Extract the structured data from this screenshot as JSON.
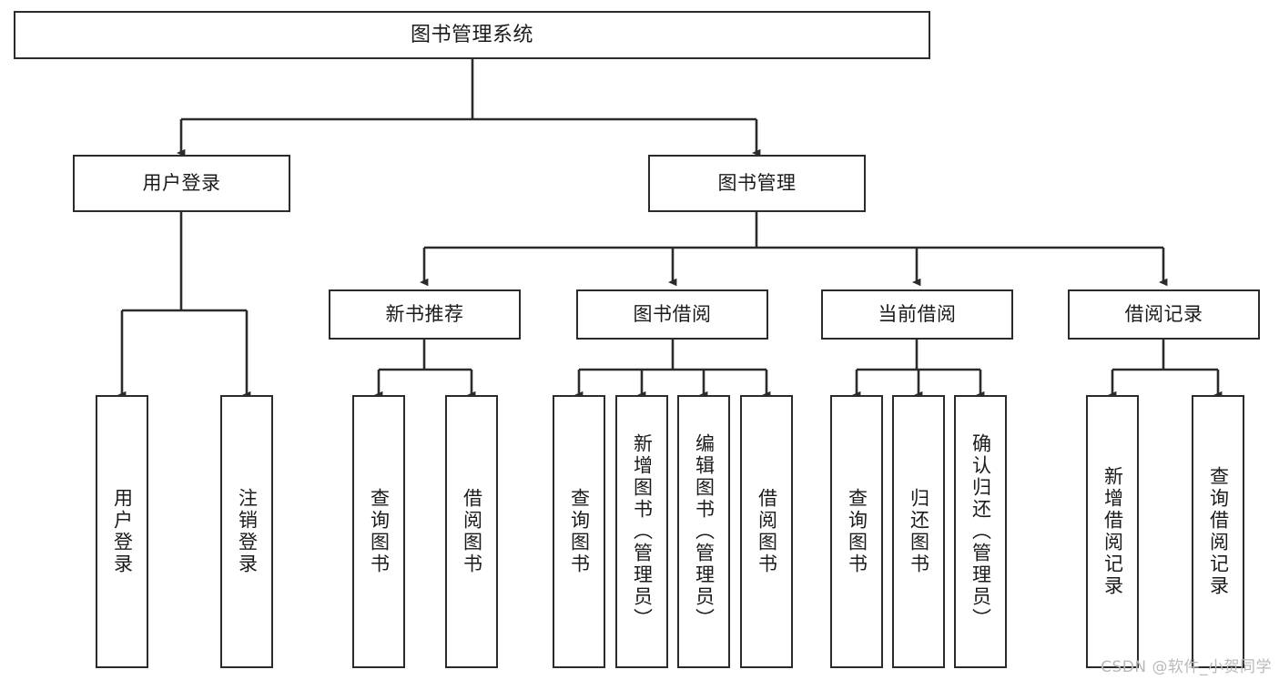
{
  "diagram": {
    "type": "tree",
    "title": "图书管理系统",
    "watermark": "CSDN @软件_小贺同学",
    "colors": {
      "background": "#ffffff",
      "node_fill": "#ffffff",
      "node_stroke": "#2b2b2b",
      "edge_stroke": "#2b2b2b",
      "text": "#1b1b1b",
      "watermark": "#b9b9b9"
    },
    "nodes": {
      "root": {
        "label": "图书管理系统"
      },
      "level1": [
        {
          "id": "user-login",
          "label": "用户登录"
        },
        {
          "id": "book-manage",
          "label": "图书管理"
        }
      ],
      "level2": [
        {
          "id": "new-book-rec",
          "label": "新书推荐"
        },
        {
          "id": "book-borrow",
          "label": "图书借阅"
        },
        {
          "id": "current-borrow",
          "label": "当前借阅"
        },
        {
          "id": "borrow-record",
          "label": "借阅记录"
        }
      ],
      "leaves": {
        "user_login": [
          {
            "id": "leaf-user-login",
            "label": "用户登录"
          },
          {
            "id": "leaf-logout-login",
            "label": "注销登录"
          }
        ],
        "new_book_rec": [
          {
            "id": "leaf-query-book-1",
            "label": "查询图书"
          },
          {
            "id": "leaf-borrow-book-1",
            "label": "借阅图书"
          }
        ],
        "book_borrow": [
          {
            "id": "leaf-query-book-2",
            "label": "查询图书"
          },
          {
            "id": "leaf-add-book",
            "label": "新增图书（管理员）"
          },
          {
            "id": "leaf-edit-book",
            "label": "编辑图书（管理员）"
          },
          {
            "id": "leaf-borrow-book-2",
            "label": "借阅图书"
          }
        ],
        "current_borrow": [
          {
            "id": "leaf-query-book-3",
            "label": "查询图书"
          },
          {
            "id": "leaf-return-book",
            "label": "归还图书"
          },
          {
            "id": "leaf-confirm-return",
            "label": "确认归还（管理员）"
          }
        ],
        "borrow_record": [
          {
            "id": "leaf-add-record",
            "label": "新增借阅记录"
          },
          {
            "id": "leaf-query-record",
            "label": "查询借阅记录"
          }
        ]
      }
    }
  }
}
